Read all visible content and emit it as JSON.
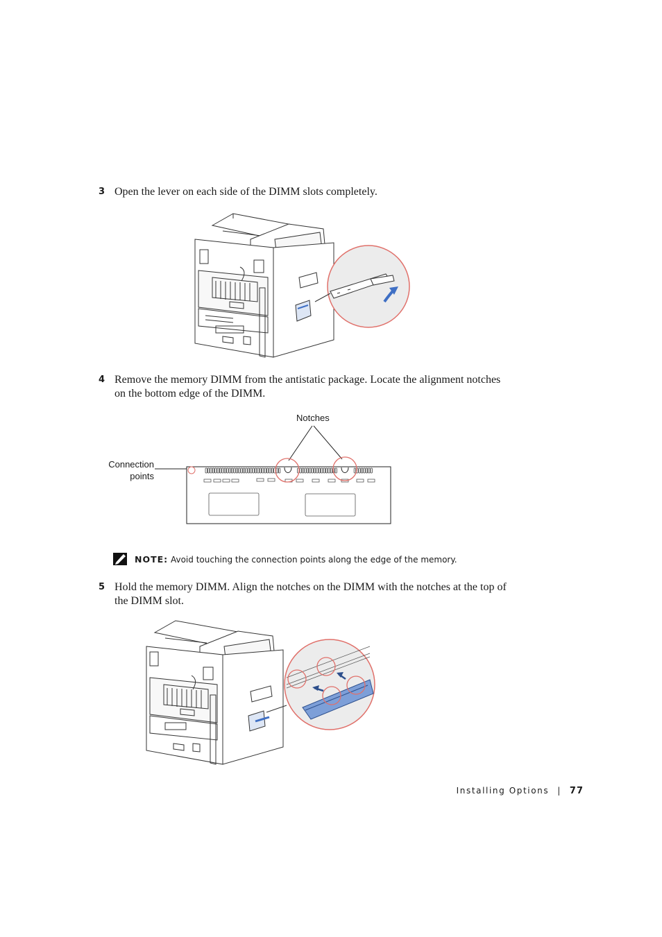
{
  "steps": [
    {
      "number": "3",
      "text": "Open the lever on each side of the DIMM slots completely."
    },
    {
      "number": "4",
      "text": "Remove the memory DIMM from the antistatic package. Locate the alignment notches on the bottom edge of the DIMM."
    },
    {
      "number": "5",
      "text": "Hold the memory DIMM. Align the notches on the DIMM with the notches at the top of the DIMM slot."
    }
  ],
  "dimm_figure": {
    "notches_label": "Notches",
    "connection_label_line1": "Connection",
    "connection_label_line2": "points"
  },
  "note": {
    "label": "NOTE:",
    "text": "Avoid touching the connection points along the edge of the memory."
  },
  "footer": {
    "section": "Installing Options",
    "separator": "|",
    "page": "77"
  },
  "colors": {
    "callout_circle": "#e0706a",
    "callout_fill": "#ececec",
    "accent_blue": "#3f6fc4",
    "dimm_blue": "#7d9fd8"
  },
  "icons": {
    "note": "pencil-note-icon"
  }
}
